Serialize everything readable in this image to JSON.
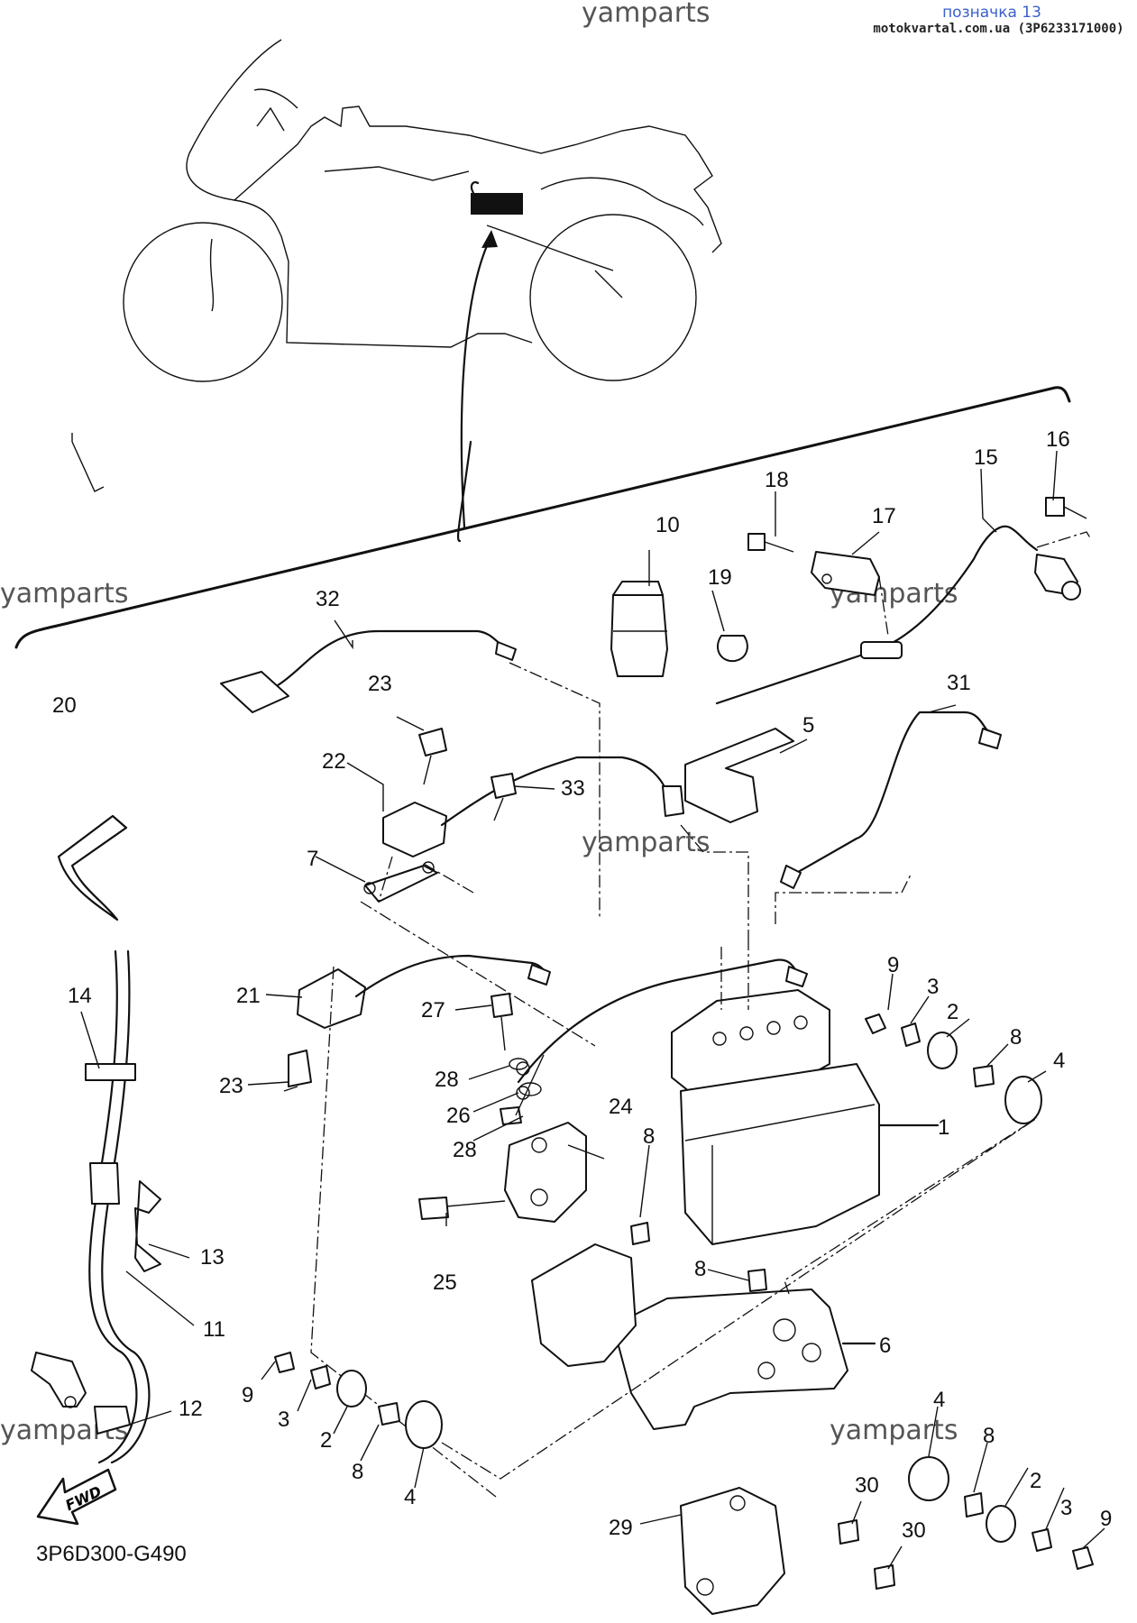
{
  "header": {
    "watermark": "yamparts",
    "tag_label": "позначка 13",
    "site": "motokvartal.com.ua (3P6233171000)"
  },
  "diagram": {
    "catalog_code": "3P6D300-G490",
    "fwd_label": "FWD",
    "callouts": [
      {
        "id": "c1",
        "text": "1"
      },
      {
        "id": "c2a",
        "text": "2"
      },
      {
        "id": "c2b",
        "text": "2"
      },
      {
        "id": "c2c",
        "text": "2"
      },
      {
        "id": "c3a",
        "text": "3"
      },
      {
        "id": "c3b",
        "text": "3"
      },
      {
        "id": "c3c",
        "text": "3"
      },
      {
        "id": "c4a",
        "text": "4"
      },
      {
        "id": "c4b",
        "text": "4"
      },
      {
        "id": "c4c",
        "text": "4"
      },
      {
        "id": "c5",
        "text": "5"
      },
      {
        "id": "c6",
        "text": "6"
      },
      {
        "id": "c7",
        "text": "7"
      },
      {
        "id": "c8a",
        "text": "8"
      },
      {
        "id": "c8b",
        "text": "8"
      },
      {
        "id": "c8c",
        "text": "8"
      },
      {
        "id": "c8d",
        "text": "8"
      },
      {
        "id": "c8e",
        "text": "8"
      },
      {
        "id": "c9a",
        "text": "9"
      },
      {
        "id": "c9b",
        "text": "9"
      },
      {
        "id": "c9c",
        "text": "9"
      },
      {
        "id": "c10",
        "text": "10"
      },
      {
        "id": "c11",
        "text": "11"
      },
      {
        "id": "c12",
        "text": "12"
      },
      {
        "id": "c13",
        "text": "13"
      },
      {
        "id": "c14",
        "text": "14"
      },
      {
        "id": "c15",
        "text": "15"
      },
      {
        "id": "c16",
        "text": "16"
      },
      {
        "id": "c17",
        "text": "17"
      },
      {
        "id": "c18",
        "text": "18"
      },
      {
        "id": "c19",
        "text": "19"
      },
      {
        "id": "c20",
        "text": "20"
      },
      {
        "id": "c21",
        "text": "21"
      },
      {
        "id": "c22",
        "text": "22"
      },
      {
        "id": "c23a",
        "text": "23"
      },
      {
        "id": "c23b",
        "text": "23"
      },
      {
        "id": "c24",
        "text": "24"
      },
      {
        "id": "c25",
        "text": "25"
      },
      {
        "id": "c26",
        "text": "26"
      },
      {
        "id": "c27",
        "text": "27"
      },
      {
        "id": "c28a",
        "text": "28"
      },
      {
        "id": "c28b",
        "text": "28"
      },
      {
        "id": "c29",
        "text": "29"
      },
      {
        "id": "c30a",
        "text": "30"
      },
      {
        "id": "c30b",
        "text": "30"
      },
      {
        "id": "c31",
        "text": "31"
      },
      {
        "id": "c32",
        "text": "32"
      },
      {
        "id": "c33",
        "text": "33"
      }
    ]
  }
}
